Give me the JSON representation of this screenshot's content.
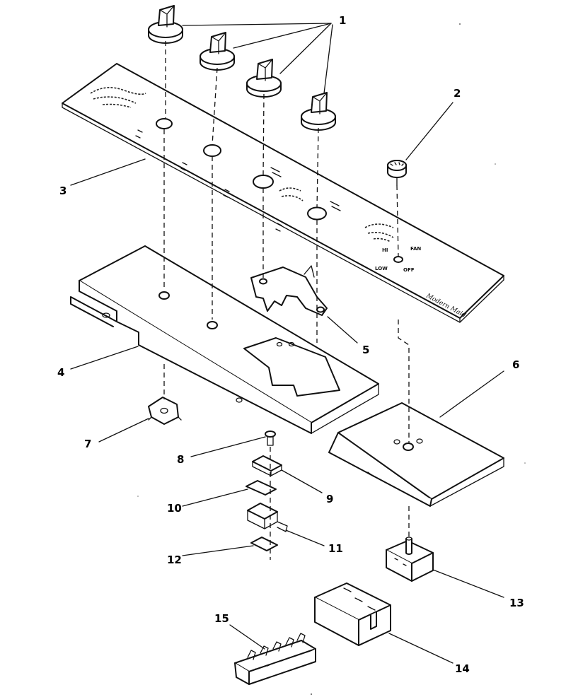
{
  "diagram": {
    "callouts": [
      "1",
      "2",
      "3",
      "4",
      "5",
      "6",
      "7",
      "8",
      "9",
      "10",
      "11",
      "12",
      "13",
      "14",
      "15"
    ],
    "panel_markings": {
      "brand": "Modern Maid",
      "fan_switch": [
        "HI",
        "FAN",
        "LOW",
        "OFF"
      ]
    }
  }
}
